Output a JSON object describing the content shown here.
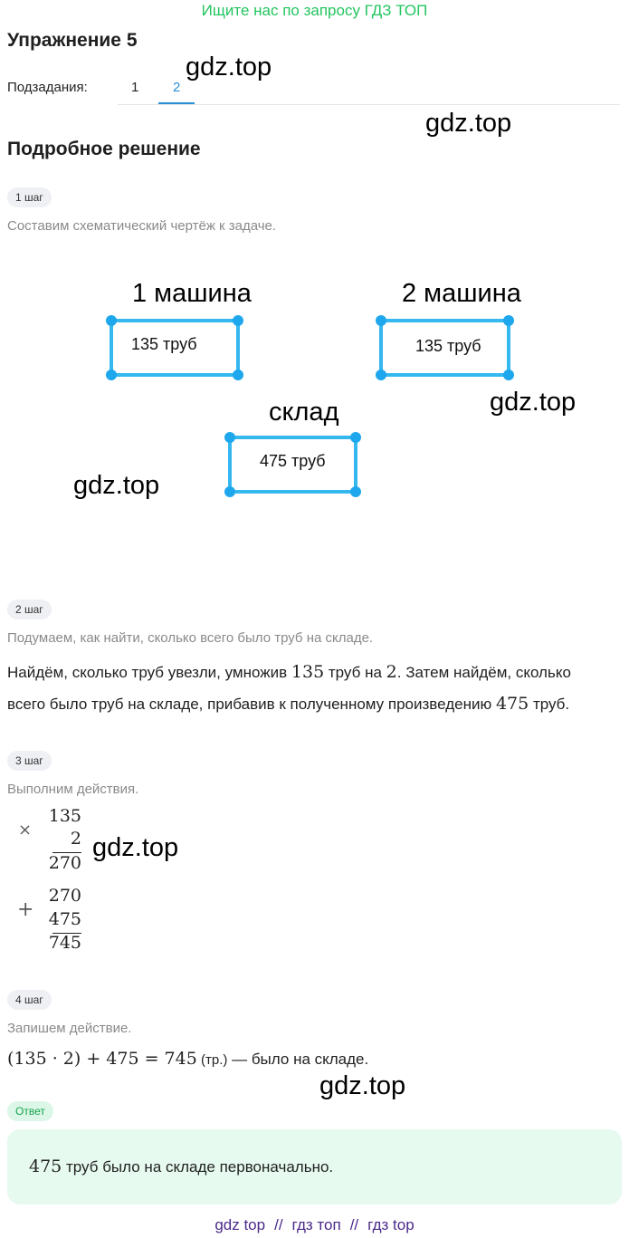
{
  "banner": "Ищите нас по запросу ГДЗ ТОП",
  "exercise_title": "Упражнение 5",
  "subtasks": {
    "label": "Подзадания:",
    "tabs": [
      "1",
      "2"
    ],
    "active": "2"
  },
  "watermark": "gdz.top",
  "section_title": "Подробное решение",
  "steps": [
    {
      "badge": "1 шаг",
      "hint": "Составим схематический чертёж к задаче."
    },
    {
      "badge": "2 шаг",
      "hint": "Подумаем, как найти, сколько всего было труб на складе.",
      "text_line1_a": "Найдём, сколько труб увезли, умножив ",
      "text_line1_num1": "135",
      "text_line1_b": " труб на ",
      "text_line1_num2": "2",
      "text_line1_c": ". Затем найдём, сколько",
      "text_line2_a": "всего было труб на складе, прибавив к полученному произведению ",
      "text_line2_num": "475",
      "text_line2_b": " труб."
    },
    {
      "badge": "3 шаг",
      "hint": "Выполним действия."
    },
    {
      "badge": "4 шаг",
      "hint": "Запишем действие.",
      "formula": "(135 · 2) + 475 = 745",
      "formula_unit": " (тр.)",
      "formula_tail": " — было на складе."
    }
  ],
  "diagram": {
    "car1_title": "1 машина",
    "car1_value": "135 труб",
    "car2_title": "2 машина",
    "car2_value": "135 труб",
    "warehouse_title": "склад",
    "warehouse_value": "475 труб",
    "color": "#35b8f0"
  },
  "calc": {
    "mul_sign": "×",
    "mul_a": "135",
    "mul_b": "2",
    "mul_result": "270",
    "add_sign": "+",
    "add_a": "270",
    "add_b": "475",
    "add_result": "745"
  },
  "answer": {
    "badge": "Ответ",
    "num": "475",
    "text": " труб было на складе первоначально."
  },
  "footer": {
    "links": [
      "gdz top",
      "гдз топ",
      "гдз top"
    ],
    "separator": "//"
  }
}
